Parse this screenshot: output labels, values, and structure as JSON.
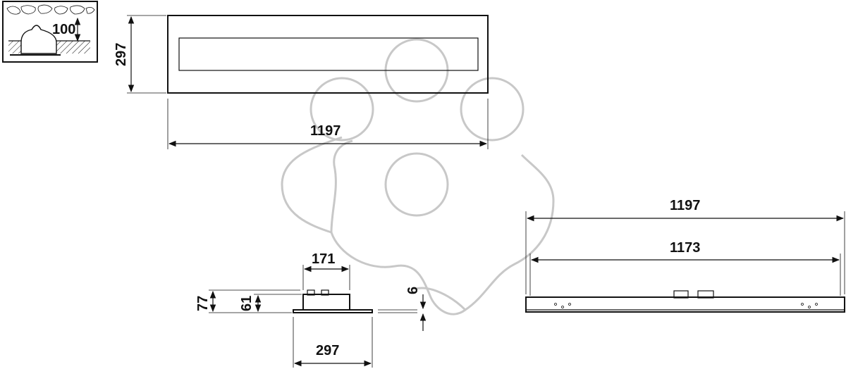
{
  "install_icon": {
    "depth_label": "100"
  },
  "top_view": {
    "depth_label": "297",
    "length_label": "1197"
  },
  "front_view": {
    "outer_length_label": "1197",
    "inner_length_label": "1173"
  },
  "side_view": {
    "top_width_label": "171",
    "total_height_label": "77",
    "body_height_label": "61",
    "rim_label": "6",
    "bottom_width_label": "297"
  },
  "colors": {
    "line": "#111111",
    "watermark": "#c8c8c8"
  }
}
